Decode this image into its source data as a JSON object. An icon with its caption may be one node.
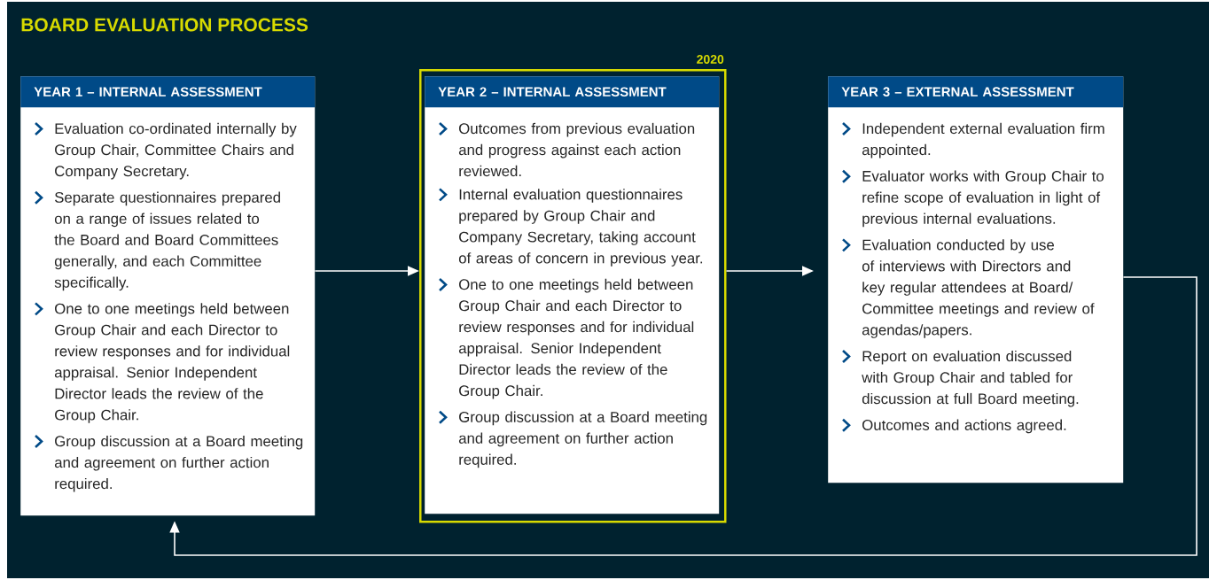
{
  "diagram": {
    "title": "BOARD EVALUATION PROCESS",
    "nodes": [
      {
        "text": [
          "YEAR 1 – INTERNAL ASSESSMENT",
          "Evaluation co-ordinated internally by Group Chair, Committee Chairs and Company Secretary.",
          "Separate questionnaires prepared on a range of issues related to the Board and Board Committees generally, and each Committee specifically.",
          "One to one meetings held between Group Chair and each Director to review responses and for individual appraisal. Senior Independent Director leads the review of the Group Chair.",
          "Group discussion at a Board meeting and agreement on further action required."
        ]
      },
      {
        "text": [
          "2020"
        ]
      },
      {
        "text": [
          "YEAR 2 – INTERNAL ASSESSMENT",
          "Outcomes from previous evaluation and progress against each action reviewed.",
          "Internal evaluation questionnaires prepared by Group Chair and Company Secretary, taking account of areas of concern in previous year.",
          "One to one meetings held between Group Chair and each Director to review responses and for individual appraisal. Senior Independent Director leads the review of the Group Chair.",
          "Group discussion at a Board meeting and agreement on further action required."
        ],
        "in": 1
      },
      {
        "text": [
          "YEAR 3 – EXTERNAL ASSESSMENT",
          "Independent external evaluation firm appointed.",
          "Evaluator works with Group Chair to refine scope of evaluation in light of previous internal evaluations.",
          "Evaluation conducted by use of interviews with Directors and key regular attendees at Board/ Committee meetings and review of agendas/papers.",
          "Report on evaluation discussed with Group Chair and tabled for discussion at full Board meeting.",
          "Outcomes and actions agreed."
        ]
      }
    ],
    "edges": [
      {
        "from": 0,
        "to": 1,
        "arrow": "to"
      },
      {
        "from": 1,
        "to": 3,
        "arrow": "to"
      },
      {
        "from": 3,
        "to": 0,
        "arrow": "to"
      }
    ]
  }
}
